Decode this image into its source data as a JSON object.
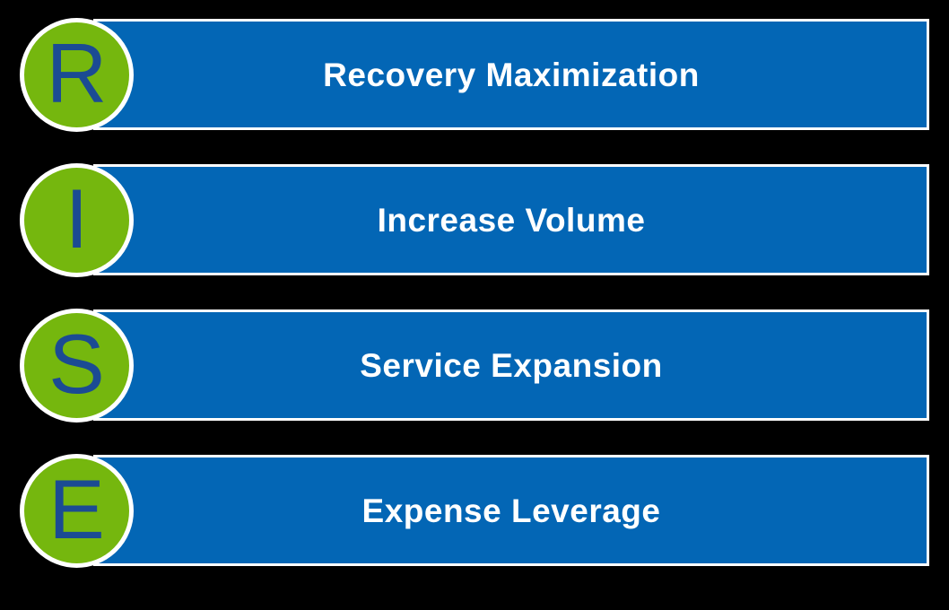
{
  "acronym": "RISE",
  "rows": [
    {
      "letter": "R",
      "label": "Recovery Maximization"
    },
    {
      "letter": "I",
      "label": "Increase Volume"
    },
    {
      "letter": "S",
      "label": "Service Expansion"
    },
    {
      "letter": "E",
      "label": "Expense Leverage"
    }
  ],
  "colors": {
    "background": "#000000",
    "bar_fill": "#0366B5",
    "bar_border": "#FFFFFF",
    "bar_label": "#FFFFFF",
    "circle_fill": "#75B70E",
    "circle_border": "#FFFFFF",
    "circle_letter": "#1B4B93"
  }
}
